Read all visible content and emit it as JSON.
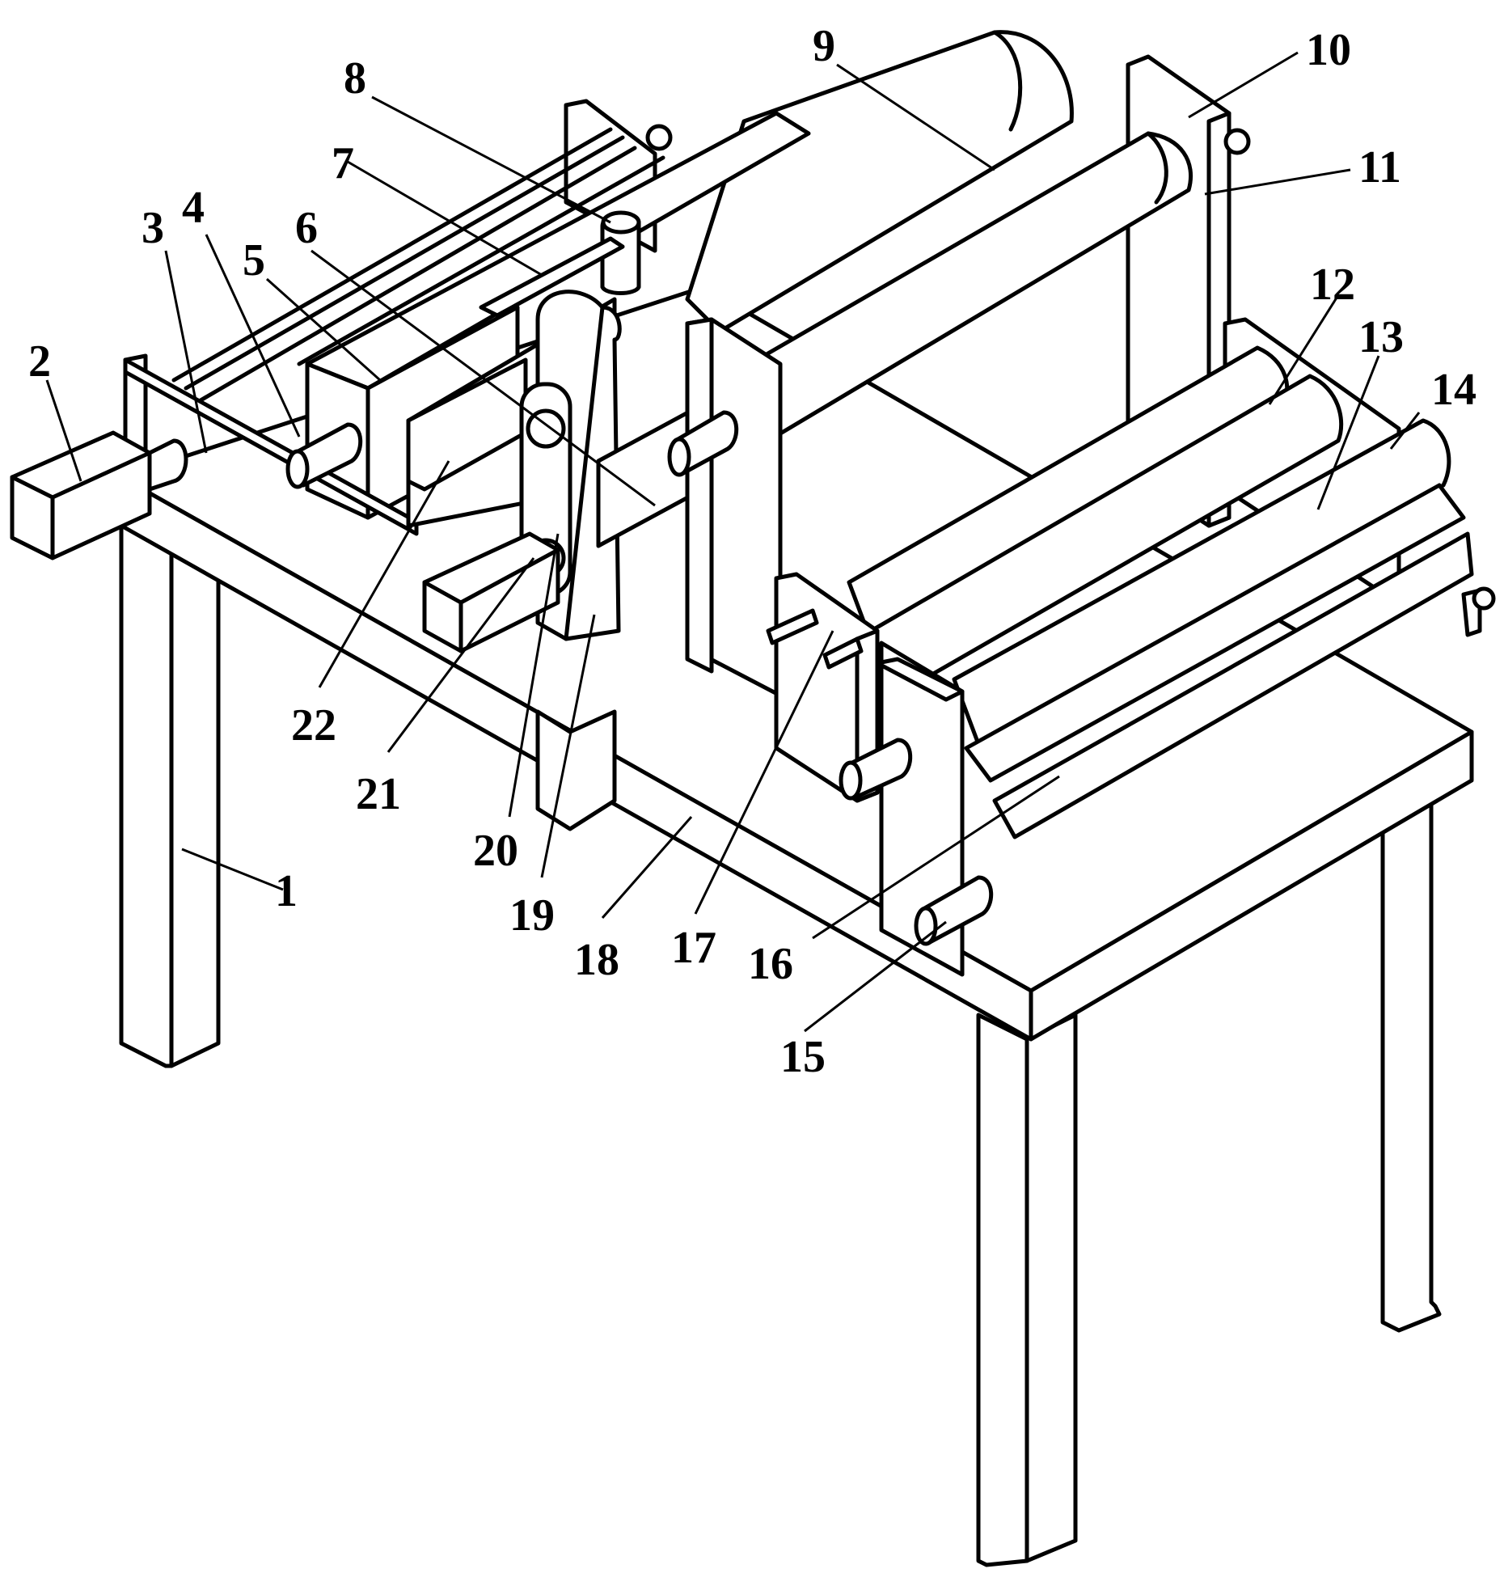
{
  "figure": {
    "labels": [
      "1",
      "2",
      "3",
      "4",
      "5",
      "6",
      "7",
      "8",
      "9",
      "10",
      "11",
      "12",
      "13",
      "14",
      "15",
      "16",
      "17",
      "18",
      "19",
      "20",
      "21",
      "22"
    ]
  }
}
